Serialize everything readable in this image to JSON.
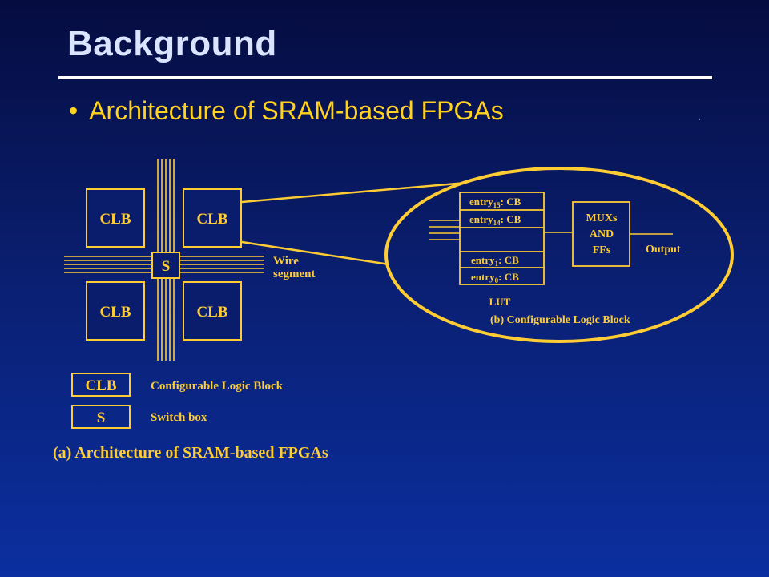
{
  "slide": {
    "title": "Background",
    "bullet": "Architecture of SRAM-based FPGAs"
  },
  "diagram": {
    "clb_labels": [
      "CLB",
      "CLB",
      "CLB",
      "CLB"
    ],
    "switch_label": "S",
    "wire_label_1": "Wire",
    "wire_label_2": "segment",
    "legend": {
      "clb_symbol": "CLB",
      "clb_desc": "Configurable Logic Block",
      "switch_symbol": "S",
      "switch_desc": "Switch box"
    },
    "caption_a": "(a) Architecture of SRAM-based FPGAs",
    "lut": {
      "entries": [
        {
          "base": "entry",
          "sub": "15",
          "rest": ": CB"
        },
        {
          "base": "entry",
          "sub": "14",
          "rest": ": CB"
        },
        {
          "base": "entry",
          "sub": "1",
          "rest": ": CB"
        },
        {
          "base": "entry",
          "sub": "0",
          "rest": ": CB"
        }
      ],
      "label": "LUT"
    },
    "mux": {
      "line1": "MUXs",
      "line2": "AND",
      "line3": "FFs"
    },
    "output_label": "Output",
    "caption_b": "(b) Configurable Logic Block",
    "accent_color": "#ffcc33",
    "ellipse_color": "#ffcc33"
  }
}
